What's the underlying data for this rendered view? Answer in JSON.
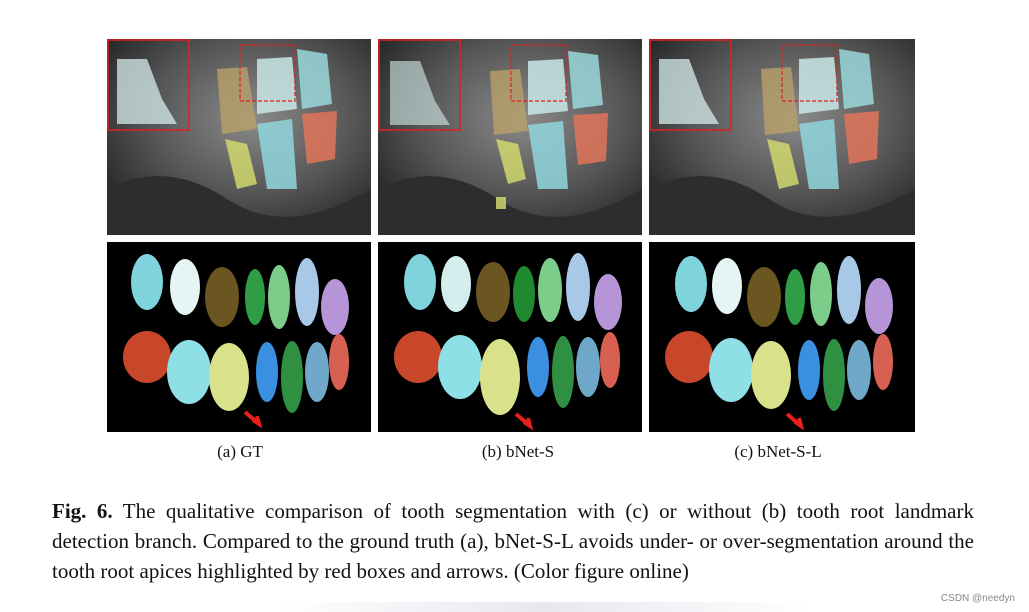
{
  "subcaptions": {
    "a": "(a) GT",
    "b": "(b) bNet-S",
    "c": "(c) bNet-S-L"
  },
  "caption": {
    "label": "Fig. 6.",
    "text": " The qualitative comparison of tooth segmentation with (c) or without (b) tooth root landmark detection branch. Compared to the ground truth (a), bNet-S-L avoids under- or over-segmentation around the tooth root apices highlighted by red boxes and arrows. (Color figure online)"
  },
  "watermark": "CSDN @needyn",
  "colors": {
    "highlight_box": "#e02020",
    "arrow": "#e8201c",
    "ct_background": "#4a4a4a",
    "render_background": "#000000"
  }
}
